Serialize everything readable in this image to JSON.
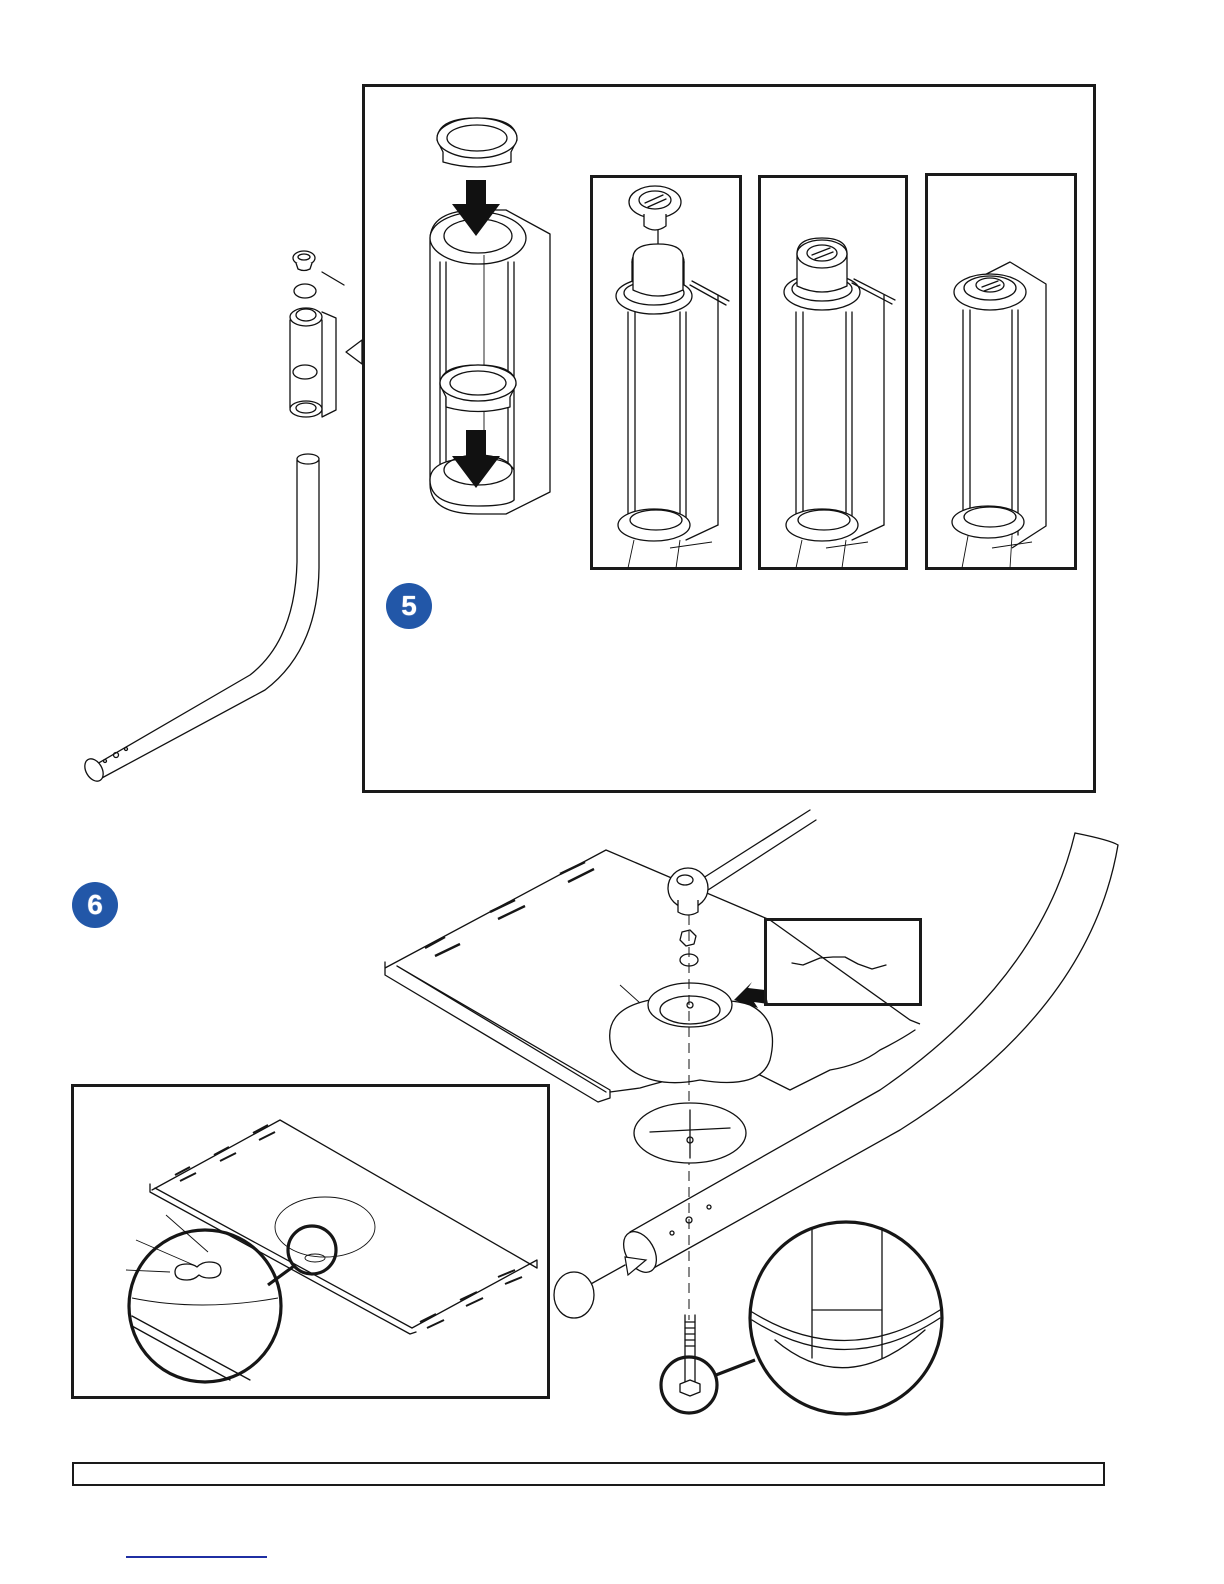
{
  "document": {
    "type": "assembly-instructions-page",
    "steps": [
      {
        "number": "5",
        "badge_color": "#2257a8",
        "sub_panels": [
          "insert-bushings",
          "insert-pin-into-knob",
          "knob-pinned",
          "assembled-top"
        ]
      },
      {
        "number": "6",
        "badge_color": "#2257a8",
        "details": [
          "shelf-with-bracket",
          "keyhole-slot-detail",
          "cross-section-detail",
          "spring-washer-profile"
        ]
      }
    ],
    "caption": "",
    "footer_link": ""
  }
}
